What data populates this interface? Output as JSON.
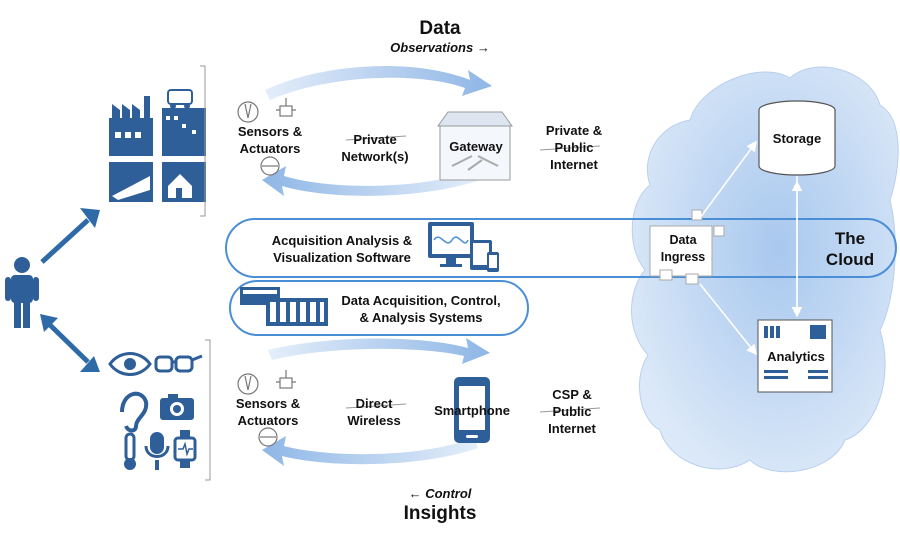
{
  "top": {
    "title": "Data",
    "subtitle": "Observations →"
  },
  "bottom": {
    "title": "Insights",
    "subtitle": "← Control"
  },
  "upper_path": {
    "sensors": [
      "Sensors &",
      "Actuators"
    ],
    "network": [
      "Private",
      "Network(s)"
    ],
    "gateway": "Gateway",
    "internet": [
      "Private &",
      "Public",
      "Internet"
    ]
  },
  "lower_path": {
    "sensors": [
      "Sensors &",
      "Actuators"
    ],
    "network": [
      "Direct",
      "Wireless"
    ],
    "device": "Smartphone",
    "internet": [
      "CSP &",
      "Public",
      "Internet"
    ]
  },
  "bands": {
    "software": [
      "Acquisition Analysis &",
      "Visualization Software"
    ],
    "systems": [
      "Data Acquisition, Control,",
      "& Analysis Systems"
    ]
  },
  "cloud": {
    "label": [
      "The",
      "Cloud"
    ],
    "ingress": [
      "Data",
      "Ingress"
    ],
    "storage": "Storage",
    "analytics": "Analytics"
  },
  "colors": {
    "primary": "#2f5f98",
    "accent": "#4a90d9",
    "cloud_fill": "#cfe0f5",
    "arrow_light": "#bdd5f0"
  }
}
